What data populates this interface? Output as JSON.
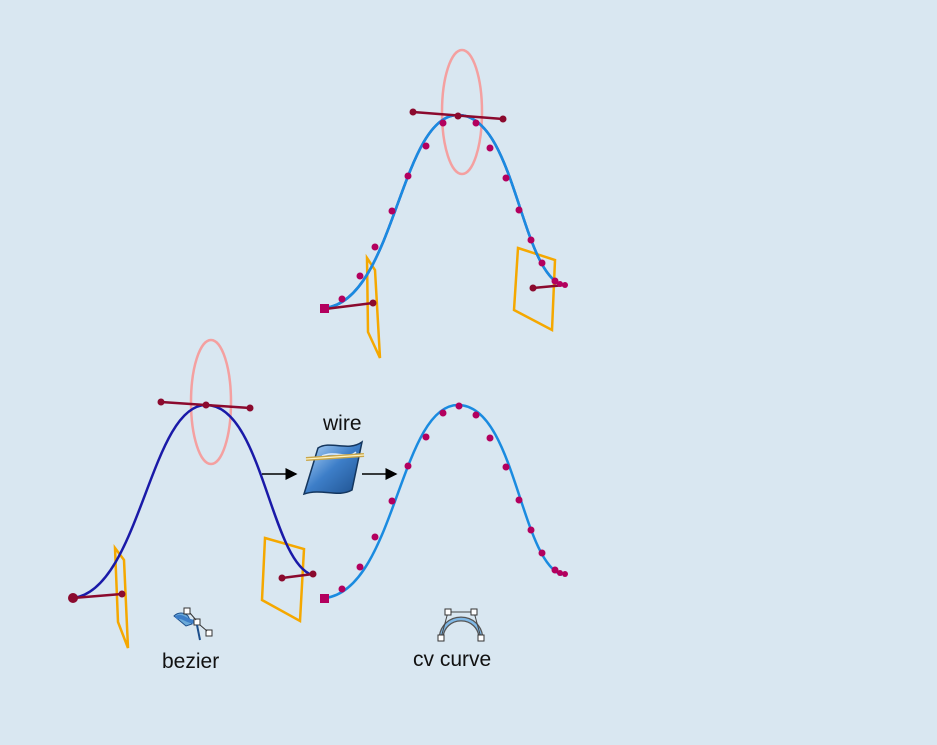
{
  "labels": {
    "wire": "wire",
    "bezier": "bezier",
    "cv_curve": "cv curve"
  },
  "colors": {
    "background": "#d9e7f1",
    "bezier_curve": "#1a1aa8",
    "cv_curve": "#1a8be0",
    "control_point": "#b3005e",
    "tangent_handle": "#8b0a2e",
    "tangent_plane": "#f5a800",
    "orientation_ellipse": "#f4a0a0"
  },
  "icons": {
    "bezier_tool": "bezier-tool-icon",
    "wire_tool": "wire-tool-icon",
    "cv_curve_tool": "cv-curve-tool-icon"
  }
}
